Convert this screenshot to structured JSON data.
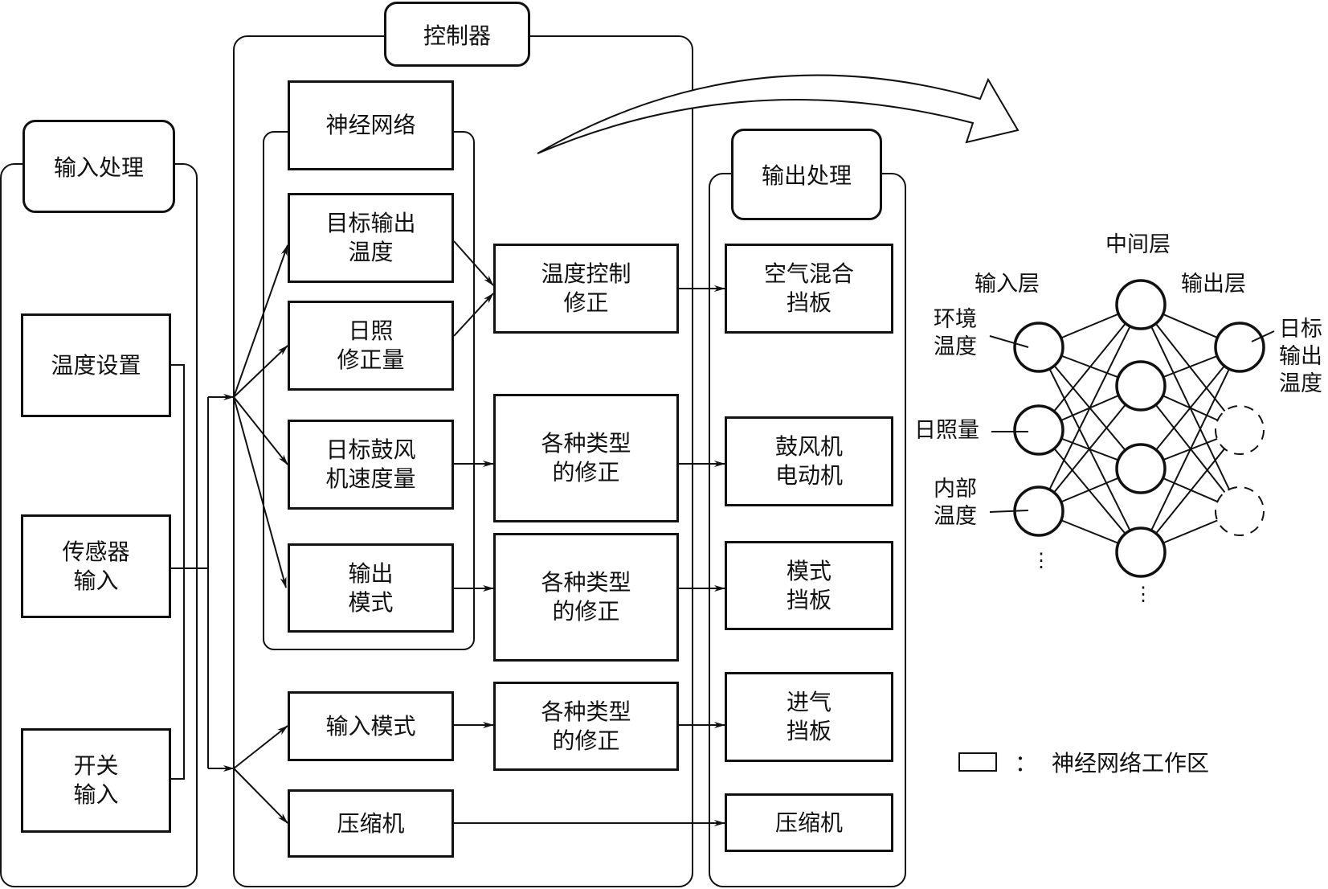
{
  "colors": {
    "line": "#111111",
    "background": "#ffffff"
  },
  "input_panel": {
    "title": "输入处理",
    "items": [
      {
        "id": "temp-setting",
        "lines": [
          "温度设置"
        ]
      },
      {
        "id": "sensor-input",
        "lines": [
          "传感器",
          "输入"
        ]
      },
      {
        "id": "switch-input",
        "lines": [
          "开关",
          "输入"
        ]
      }
    ]
  },
  "controller_panel": {
    "title": "控制器",
    "nn_region": {
      "title": "神经网络",
      "items": [
        {
          "id": "target-output-temp",
          "lines": [
            "目标输出",
            "温度"
          ]
        },
        {
          "id": "sunlight-correction",
          "lines": [
            "日照",
            "修正量"
          ]
        },
        {
          "id": "target-blower-speed",
          "lines": [
            "日标鼓风",
            "机速度量"
          ]
        },
        {
          "id": "output-mode",
          "lines": [
            "输出",
            "模式"
          ]
        }
      ]
    },
    "other_items": [
      {
        "id": "input-mode",
        "lines": [
          "输入模式"
        ]
      },
      {
        "id": "compressor-ctrl",
        "lines": [
          "压缩机"
        ]
      }
    ],
    "corrections": [
      {
        "id": "temp-control-correction",
        "lines": [
          "温度控制",
          "修正"
        ]
      },
      {
        "id": "various-correction-1",
        "lines": [
          "各种类型",
          "的修正"
        ]
      },
      {
        "id": "various-correction-2",
        "lines": [
          "各种类型",
          "的修正"
        ]
      },
      {
        "id": "various-correction-3",
        "lines": [
          "各种类型",
          "的修正"
        ]
      }
    ]
  },
  "output_panel": {
    "title": "输出处理",
    "items": [
      {
        "id": "air-mix-damper",
        "lines": [
          "空气混合",
          "挡板"
        ]
      },
      {
        "id": "blower-motor",
        "lines": [
          "鼓风机",
          "电动机"
        ]
      },
      {
        "id": "mode-damper",
        "lines": [
          "模式",
          "挡板"
        ]
      },
      {
        "id": "intake-damper",
        "lines": [
          "进气",
          "挡板"
        ]
      },
      {
        "id": "compressor-out",
        "lines": [
          "压缩机"
        ]
      }
    ]
  },
  "neural_network": {
    "layers": {
      "input": {
        "label": "输入层",
        "nodes": 3,
        "ellipsis": true
      },
      "hidden": {
        "label": "中间层",
        "nodes": 4,
        "ellipsis": true
      },
      "output": {
        "label": "输出层",
        "nodes": 3,
        "dashed_nodes": 2
      }
    },
    "input_labels": [
      [
        "环境",
        "温度"
      ],
      [
        "日照量"
      ],
      [
        "内部",
        "温度"
      ]
    ],
    "output_label": [
      "日标",
      "输出",
      "温度"
    ],
    "ellipsis_glyph": "⋮"
  },
  "legend": {
    "colon": "：",
    "text": "神经网络工作区"
  }
}
